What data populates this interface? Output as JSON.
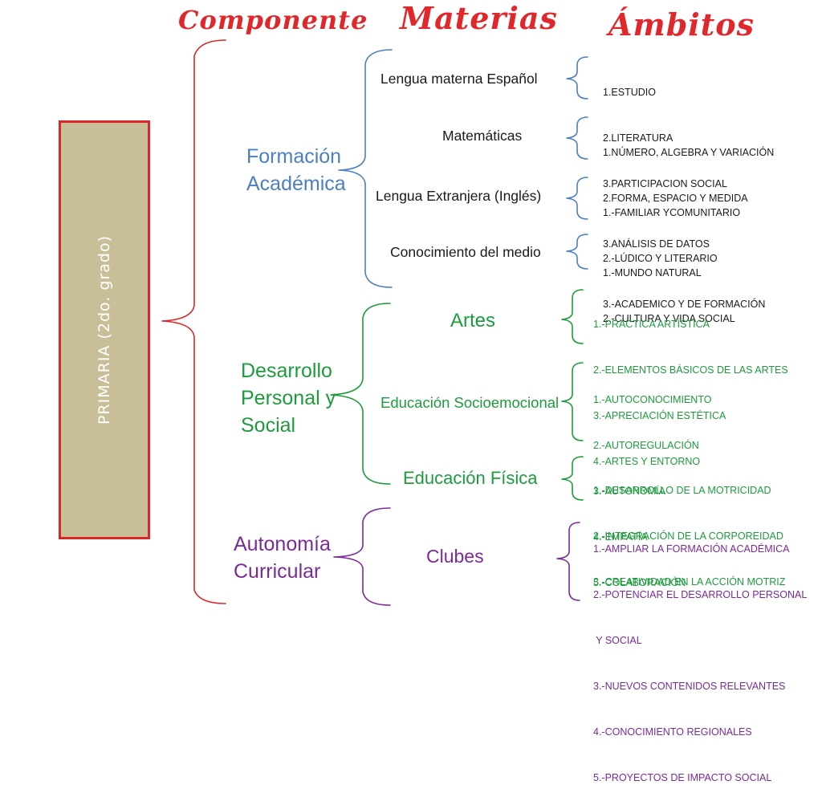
{
  "headings": {
    "componente": "Componente",
    "materias": "Materias",
    "ambitos": "Ámbitos"
  },
  "root": {
    "label": "PRIMARIA  (2do. grado)"
  },
  "colors": {
    "heading": "#e0282c",
    "root_fill": "#c8bf99",
    "root_border": "#d8262a",
    "academica": "#4a7fc1",
    "personal": "#1c9c3c",
    "autonomia": "#7b2a9b",
    "ambito_dark": "#1a1a1a"
  },
  "componentes": [
    {
      "label": "Formación\nAcadémica",
      "materias": [
        {
          "label": "Lengua materna Español",
          "ambitos": [
            "1.ESTUDIO",
            "2.LITERATURA",
            "3.PARTICIPACION SOCIAL"
          ]
        },
        {
          "label": "Matemáticas",
          "ambitos": [
            "1.NÚMERO, ALGEBRA Y VARIACIÓN",
            "2.FORMA, ESPACIO Y MEDIDA",
            "3.ANÁLISIS DE DATOS"
          ]
        },
        {
          "label": "Lengua Extranjera (Inglés)",
          "ambitos": [
            "1.-FAMILIAR YCOMUNITARIO",
            "2.-LÚDICO Y LITERARIO",
            "3.-ACADEMICO Y DE FORMACIÓN"
          ]
        },
        {
          "label": "Conocimiento del medio",
          "ambitos": [
            "1.-MUNDO NATURAL",
            "2.-CULTURA Y VIDA SOCIAL"
          ]
        }
      ]
    },
    {
      "label": "Desarrollo\nPersonal y\nSocial",
      "materias": [
        {
          "label": "Artes",
          "ambitos": [
            "1.-PRÁCTICA ARTÍSTICA",
            "2.-ELEMENTOS BÁSICOS DE LAS ARTES",
            "3.-APRECIACIÓN ESTÉTICA",
            "4.-ARTES Y ENTORNO"
          ]
        },
        {
          "label": "Educación Socioemocional",
          "ambitos": [
            "1.-AUTOCONOCIMIENTO",
            "2.-AUTOREGULACIÓN",
            "3.-AUTONOMÍA",
            "4.-EMPATÍA",
            "5.-COLABORACIÓN"
          ]
        },
        {
          "label": "Educación Física",
          "ambitos": [
            "1.-DESARROLLO DE LA MOTRICIDAD",
            "2.-INTEGRACIÓN DE LA CORPOREIDAD",
            "3.-CREATIVIDAD EN LA ACCIÓN MOTRIZ"
          ]
        }
      ]
    },
    {
      "label": "Autonomía\nCurricular",
      "materias": [
        {
          "label": "Clubes",
          "ambitos": [
            "1.-AMPLIAR LA FORMACIÓN ACADÉMICA",
            "2.-POTENCIAR EL DESARROLLO PERSONAL",
            " Y SOCIAL",
            "3.-NUEVOS CONTENIDOS RELEVANTES",
            "4.-CONOCIMIENTO REGIONALES",
            "5.-PROYECTOS DE IMPACTO SOCIAL"
          ]
        }
      ]
    }
  ]
}
